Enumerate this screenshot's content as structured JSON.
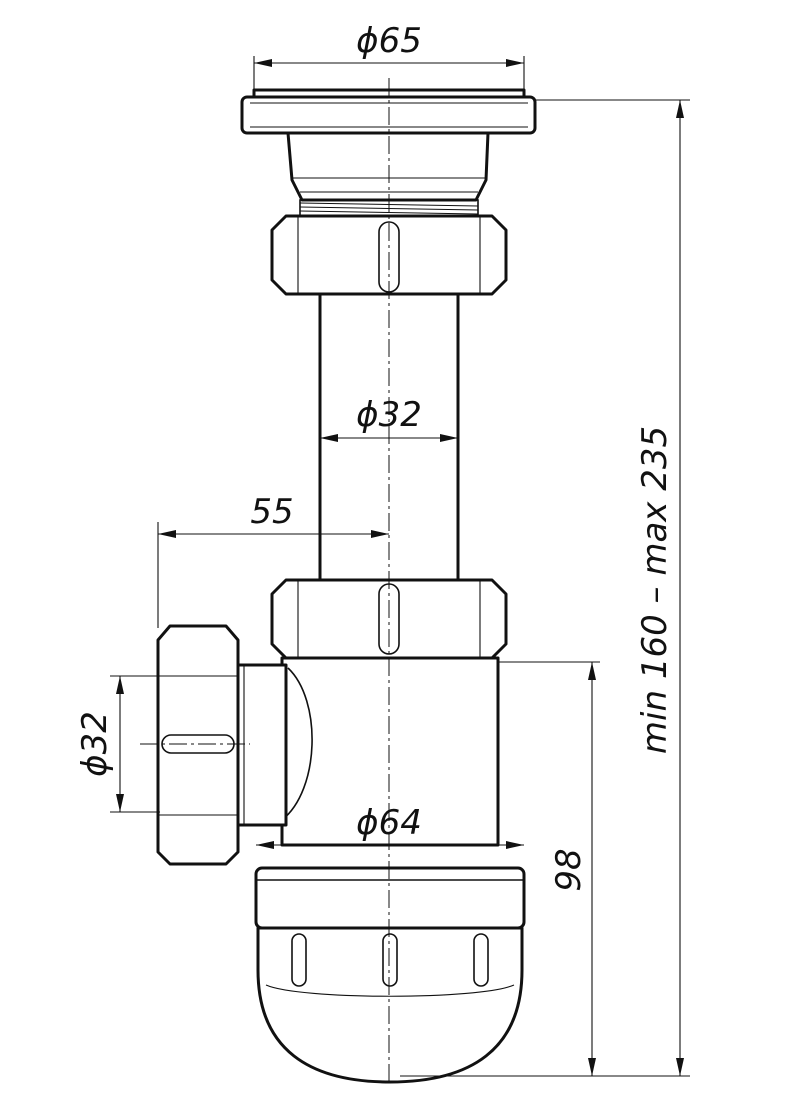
{
  "dimensions": {
    "top_flange_diameter": "ϕ65",
    "pipe_diameter": "ϕ32",
    "outlet_offset": "55",
    "outlet_diameter": "ϕ32",
    "bottle_diameter": "ϕ64",
    "bottle_height": "98",
    "overall_height": "min 160 – max 235"
  },
  "colors": {
    "line": "#111111",
    "background": "#ffffff"
  }
}
